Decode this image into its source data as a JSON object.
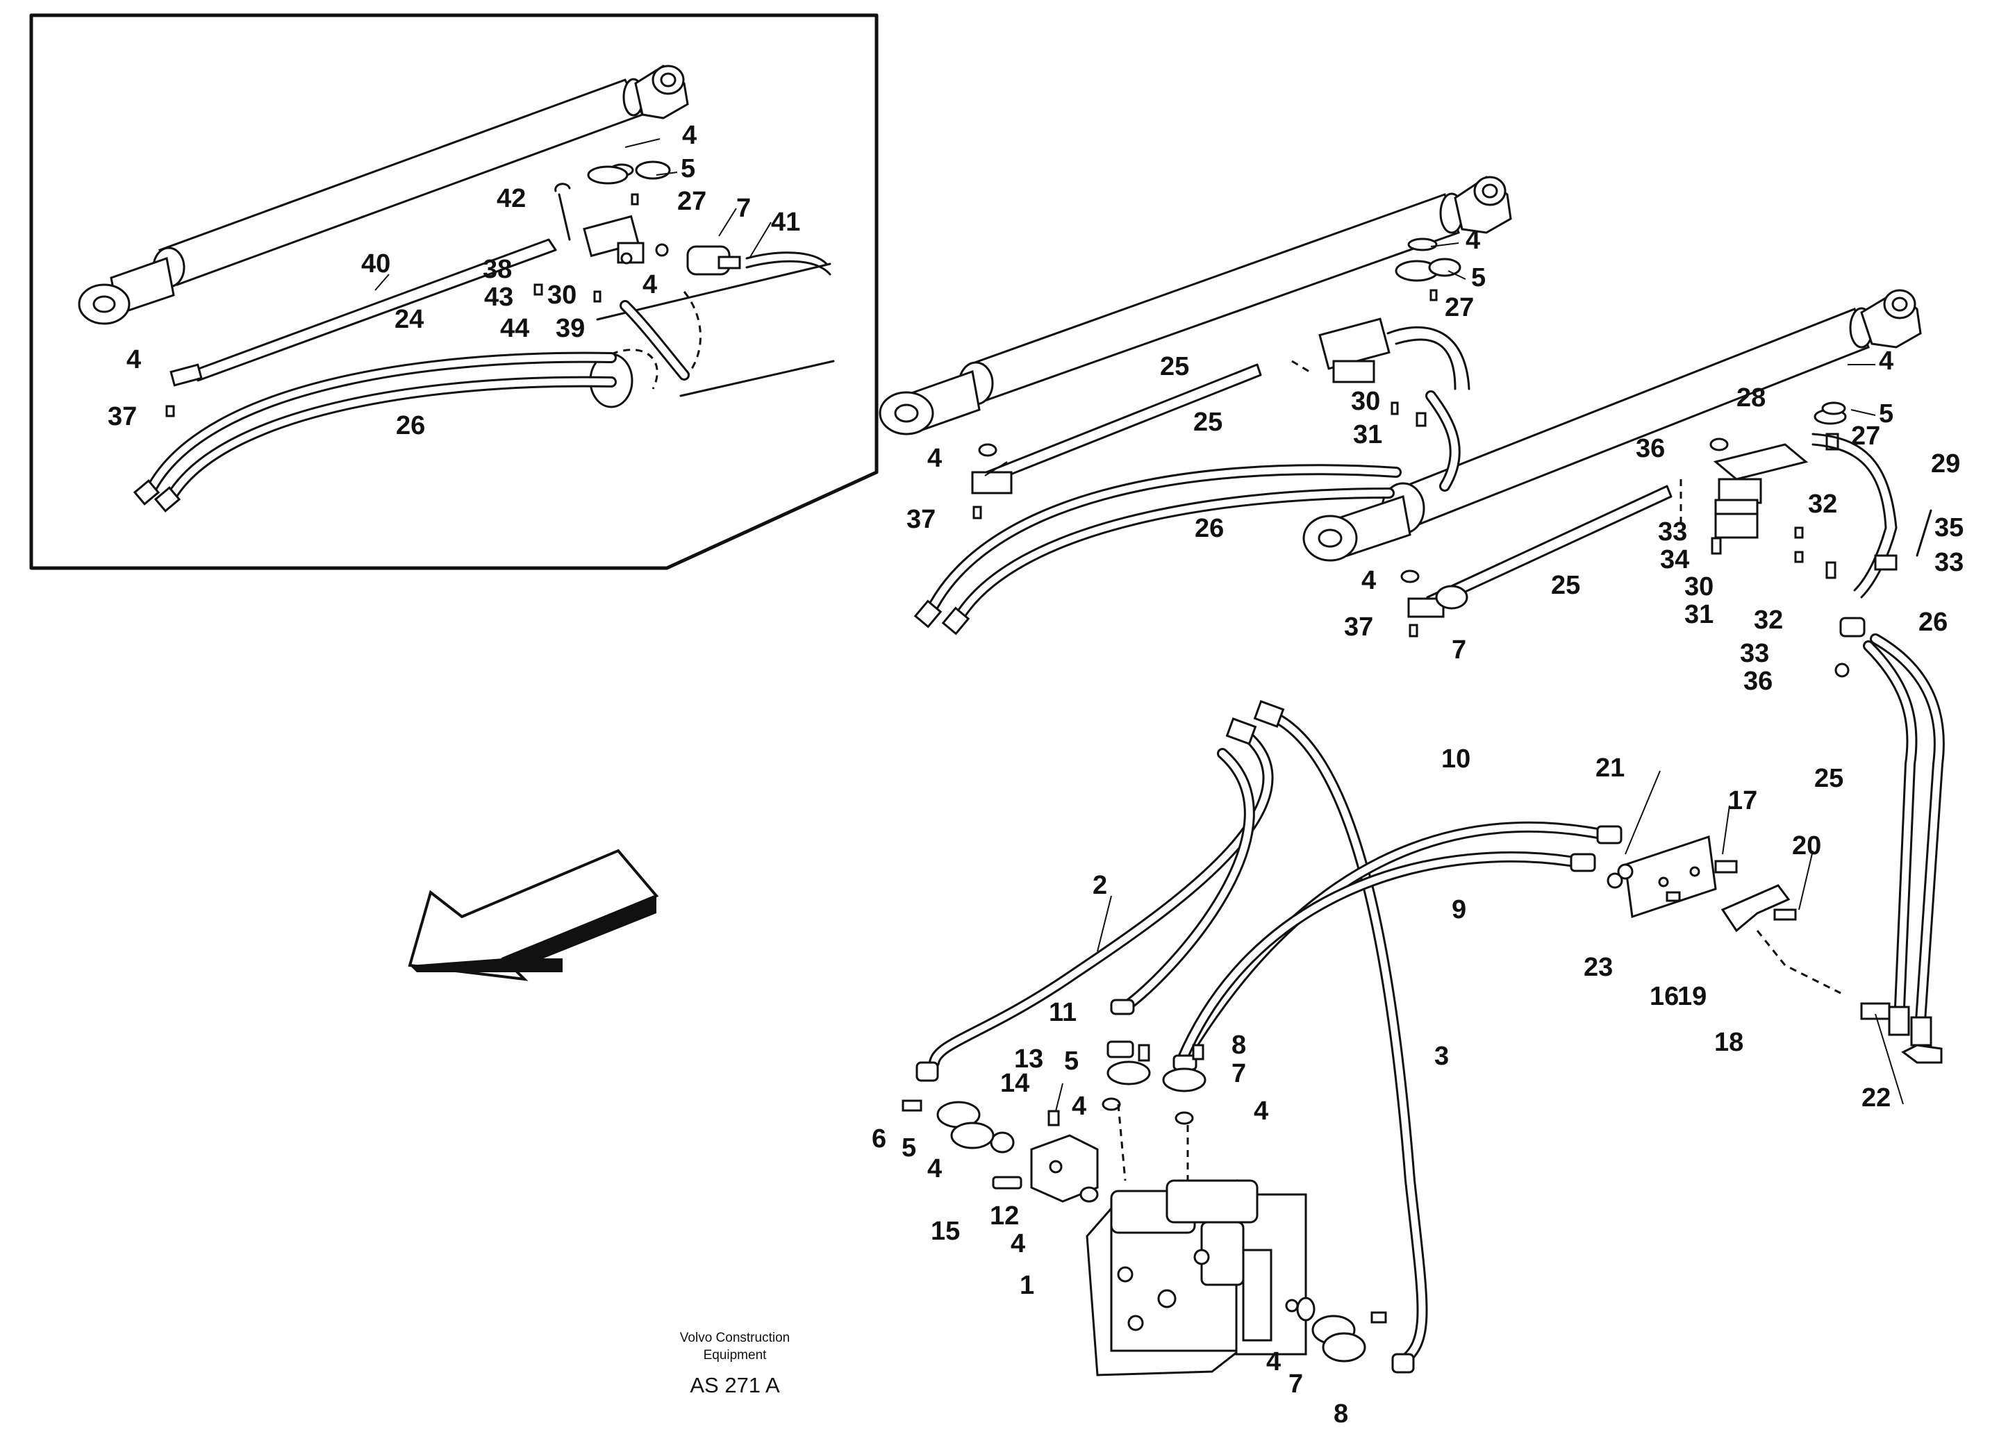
{
  "footer": {
    "maker_line1": "Volvo Construction",
    "maker_line2": "Equipment",
    "code": "AS 271 A"
  },
  "labels": {
    "inset": [
      "4",
      "5",
      "42",
      "27",
      "7",
      "41",
      "40",
      "38",
      "43",
      "30",
      "4",
      "44",
      "39",
      "24",
      "4",
      "37",
      "26"
    ],
    "cylinder_left": [
      "4",
      "5",
      "27",
      "25",
      "30",
      "31",
      "25",
      "4",
      "26",
      "37"
    ],
    "cylinder_right": [
      "4",
      "5",
      "28",
      "27",
      "36",
      "29",
      "32",
      "33",
      "35",
      "34",
      "33",
      "30",
      "4",
      "25",
      "31",
      "26",
      "32",
      "37",
      "7",
      "33",
      "36"
    ],
    "valve": [
      "10",
      "21",
      "17",
      "20",
      "25",
      "2",
      "9",
      "23",
      "16",
      "19",
      "11",
      "8",
      "18",
      "3",
      "13",
      "5",
      "7",
      "14",
      "4",
      "4",
      "22",
      "6",
      "5",
      "4",
      "15",
      "12",
      "4",
      "1",
      "4",
      "7",
      "8"
    ]
  }
}
